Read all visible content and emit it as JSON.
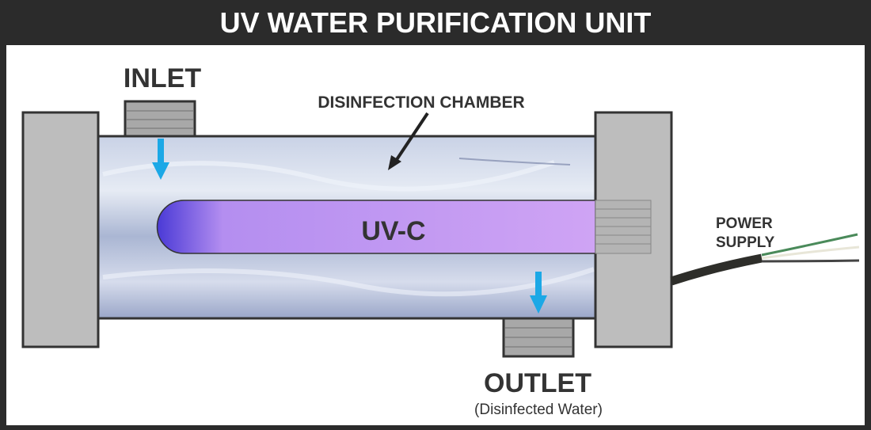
{
  "title": "UV WATER PURIFICATION UNIT",
  "labels": {
    "inlet": "INLET",
    "chamber": "DISINFECTION CHAMBER",
    "lamp": "UV-C",
    "power_line1": "POWER",
    "power_line2": "SUPPLY",
    "outlet": "OUTLET",
    "outlet_sub": "(Disinfected Water)"
  },
  "colors": {
    "header": "#2b2b2b",
    "flow_arrow": "#1ca8e6",
    "lamp_dark": "#5a3fd8",
    "lamp_light": "#c9a0f2",
    "end_cap": "#bdbdbd",
    "water": "#b8c4dc"
  }
}
